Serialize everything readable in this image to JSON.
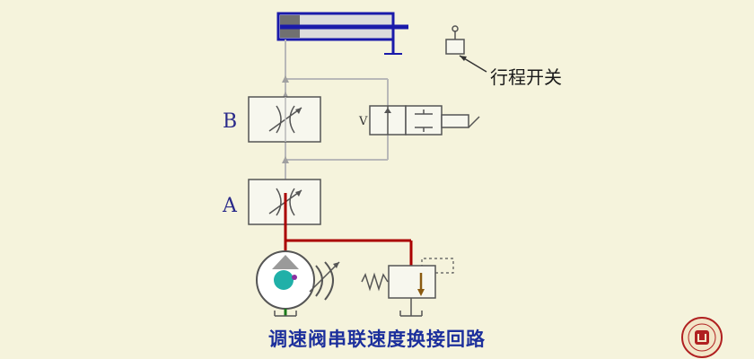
{
  "labels": {
    "valve_b": "B",
    "valve_a": "A",
    "travel_switch": "行程开关",
    "solenoid_port": "V"
  },
  "caption": "调速阀串联速度换接回路",
  "colors": {
    "background": "#f5f3dc",
    "main_line": "#c0c0c0",
    "pressure_line": "#aa0000",
    "suction_line": "#1a7a1a",
    "cylinder": "#1a1aaa",
    "caption": "#1c2f9c",
    "pump_center": "#20b0a8"
  },
  "icons": [
    "hydraulic-cylinder-icon",
    "flow-valve-icon",
    "solenoid-valve-icon",
    "pump-icon",
    "relief-valve-icon",
    "logo-seal-icon"
  ]
}
